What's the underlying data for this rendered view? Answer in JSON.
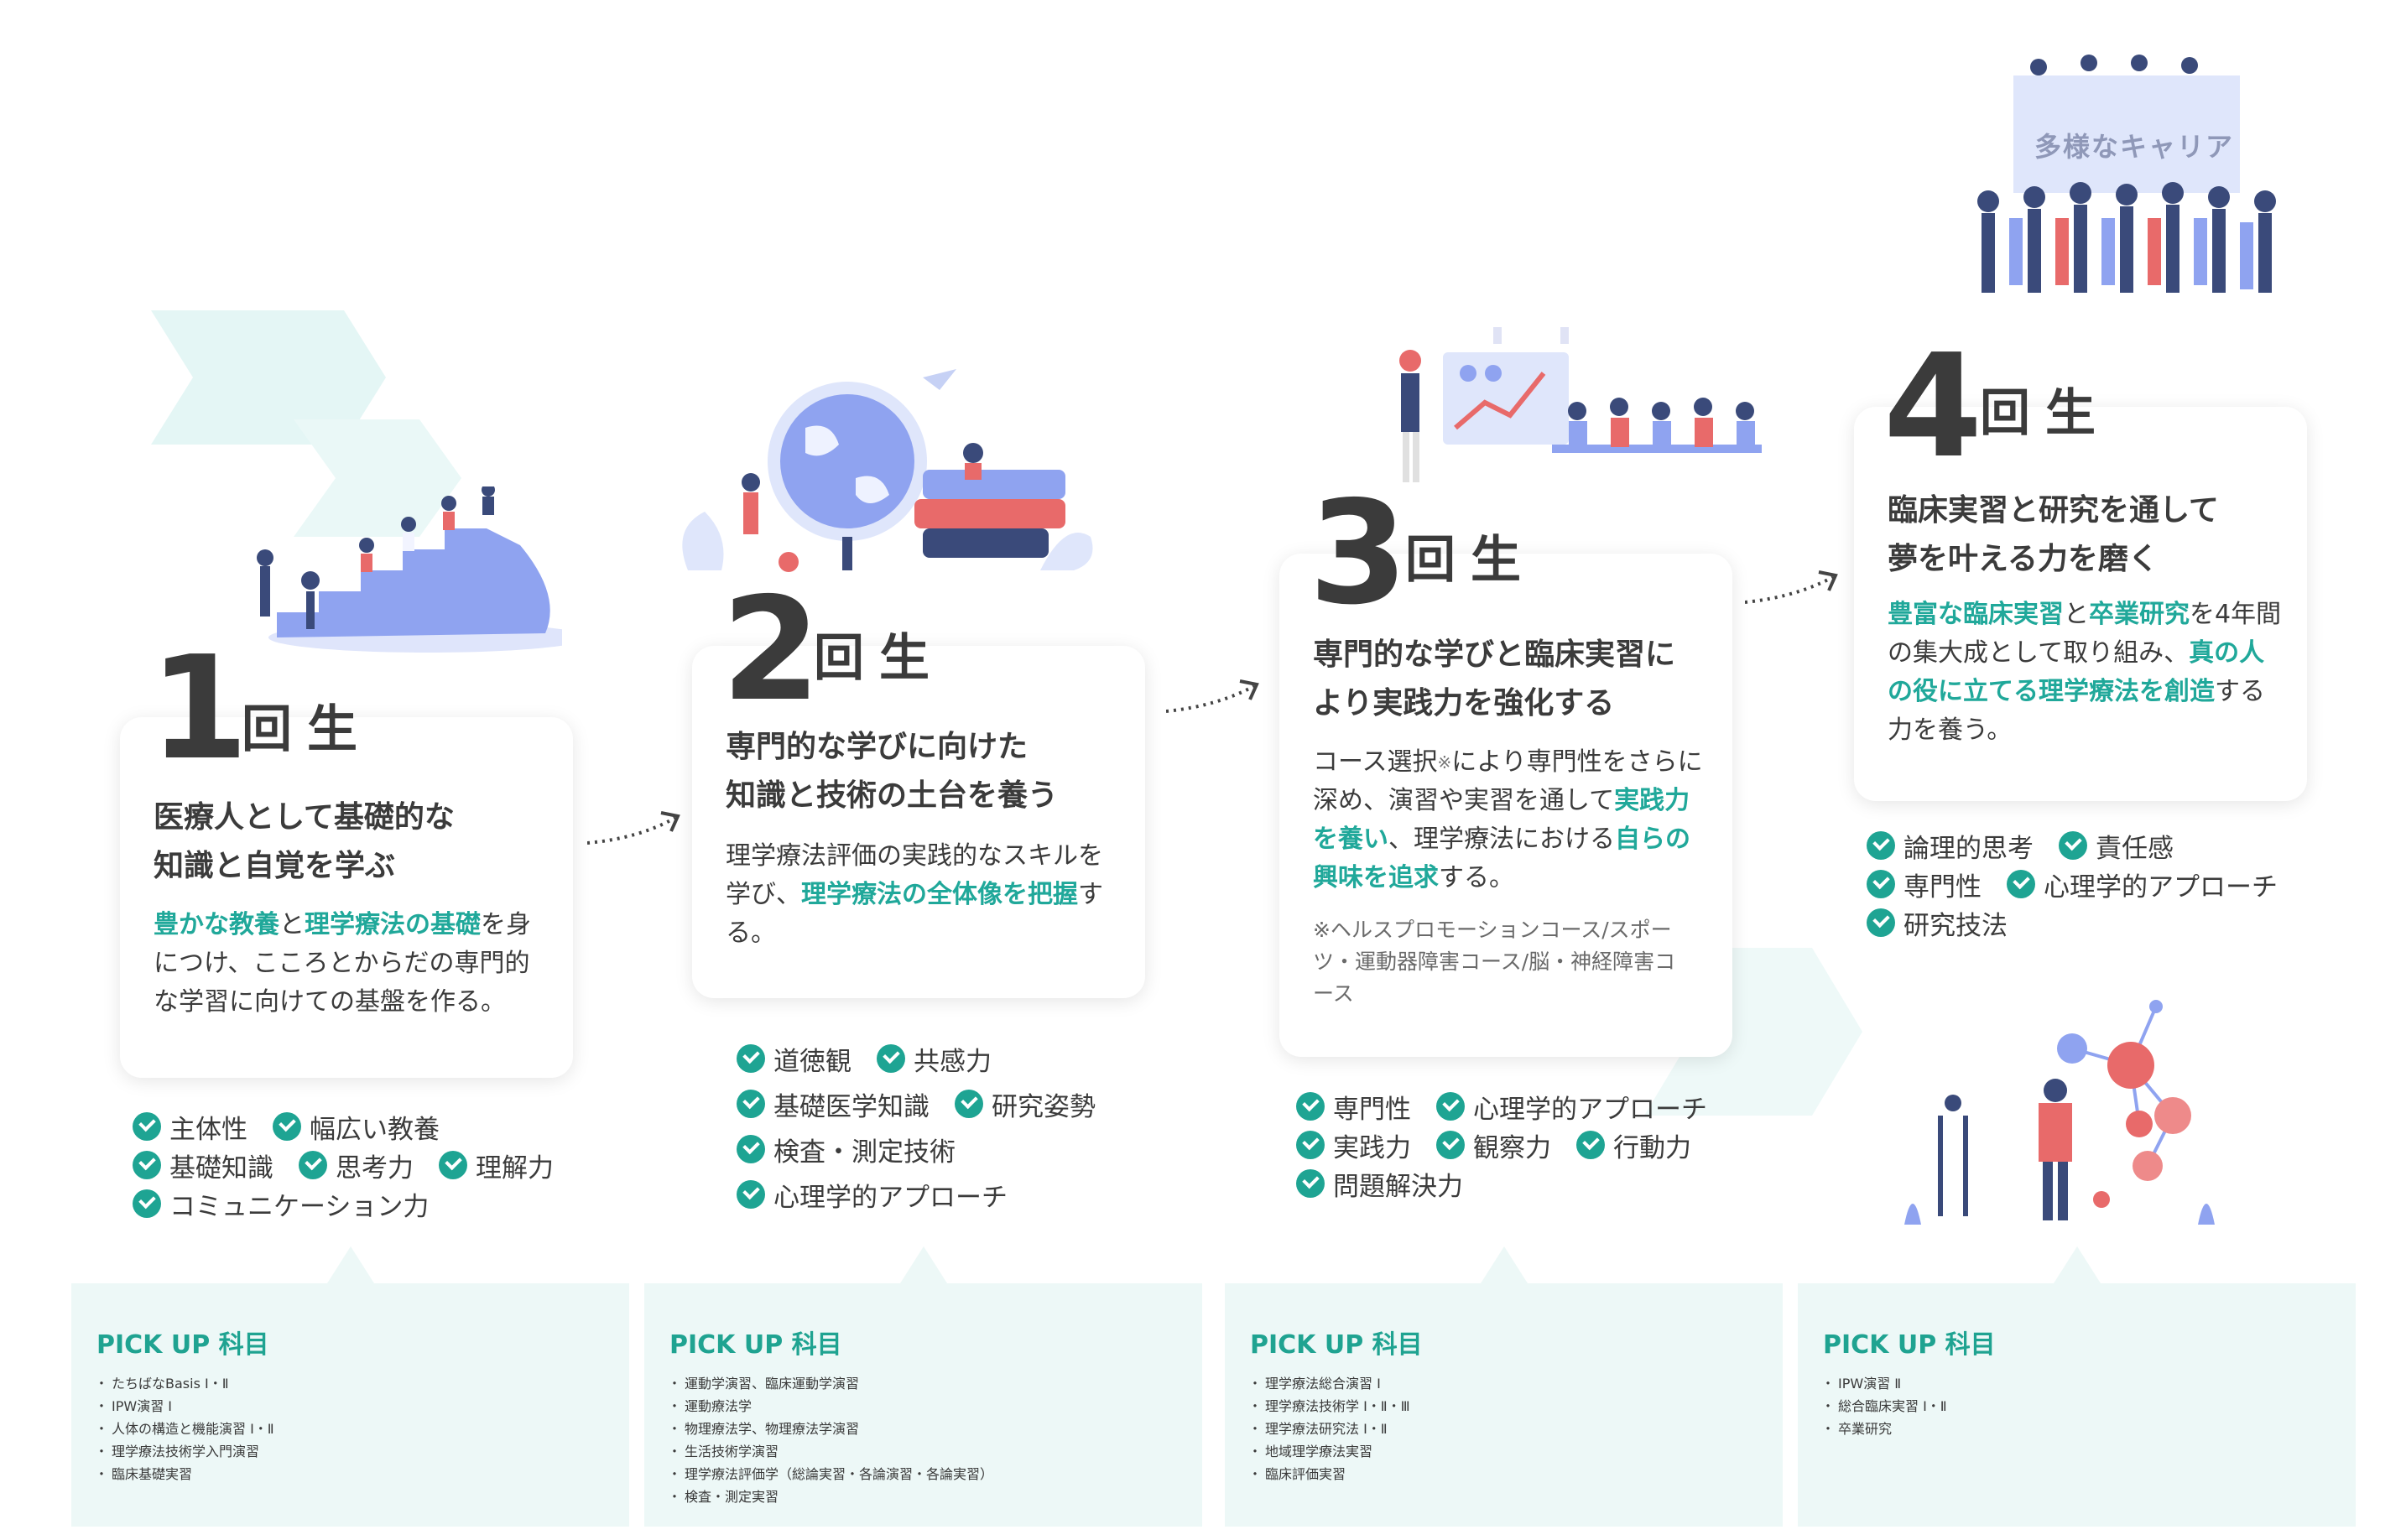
{
  "colors": {
    "accent": "#20a89a",
    "text": "#3b3b3b",
    "pick_bg": "#edf8f7",
    "illus_blue": "#8fa3f0",
    "illus_red": "#e86a6a"
  },
  "career": {
    "label": "多様なキャリア"
  },
  "years": [
    {
      "number": "1",
      "suffix": "回生",
      "title": "医療人として基礎的な\n知識と自覚を学ぶ",
      "body": [
        {
          "t": "豊かな教養",
          "h": true
        },
        {
          "t": "と",
          "h": false
        },
        {
          "t": "理学療法の基礎",
          "h": true
        },
        {
          "t": "を身につけ、こころとからだの専門的な学習に向けての基盤を作る。",
          "h": false
        }
      ],
      "skills": [
        [
          "主体性",
          "幅広い教養"
        ],
        [
          "基礎知識",
          "思考力",
          "理解力"
        ],
        [
          "コミュニケーション力"
        ]
      ],
      "pick_title": "PICK UP 科目",
      "pick_items": [
        "たちばなBasis Ⅰ・Ⅱ",
        "IPW演習 Ⅰ",
        "人体の構造と機能演習 Ⅰ・Ⅱ",
        "理学療法技術学入門演習",
        "臨床基礎実習"
      ]
    },
    {
      "number": "2",
      "suffix": "回生",
      "title": "専門的な学びに向けた\n知識と技術の土台を養う",
      "body": [
        {
          "t": "理学療法評価の実践的なスキルを学び、",
          "h": false
        },
        {
          "t": "理学療法の全体像を把握",
          "h": true
        },
        {
          "t": "する。",
          "h": false
        }
      ],
      "skills": [
        [
          "道徳観",
          "共感力"
        ],
        [
          "基礎医学知識",
          "研究姿勢"
        ],
        [
          "検査・測定技術"
        ],
        [
          "心理学的アプローチ"
        ]
      ],
      "pick_title": "PICK UP 科目",
      "pick_items": [
        "運動学演習、臨床運動学演習",
        "運動療法学",
        "物理療法学、物理療法学演習",
        "生活技術学演習",
        "理学療法評価学（総論実習・各論演習・各論実習）",
        "検査・測定実習"
      ]
    },
    {
      "number": "3",
      "suffix": "回生",
      "title": "専門的な学びと臨床実習に\nより実践力を強化する",
      "body": [
        {
          "t": "コース選択",
          "h": false
        },
        {
          "t": "※",
          "h": false,
          "small": true
        },
        {
          "t": "により専門性をさらに深め、演習や実習を通して",
          "h": false
        },
        {
          "t": "実践力を養い",
          "h": true
        },
        {
          "t": "、理学療法における",
          "h": false
        },
        {
          "t": "自らの興味を追求",
          "h": true
        },
        {
          "t": "する。",
          "h": false
        }
      ],
      "note": "※ヘルスプロモーションコース/スポーツ・運動器障害コース/脳・神経障害コース",
      "skills": [
        [
          "専門性",
          "心理学的アプローチ"
        ],
        [
          "実践力",
          "観察力",
          "行動力"
        ],
        [
          "問題解決力"
        ]
      ],
      "pick_title": "PICK UP 科目",
      "pick_items": [
        "理学療法総合演習 Ⅰ",
        "理学療法技術学 Ⅰ・Ⅱ・Ⅲ",
        "理学療法研究法 Ⅰ・Ⅱ",
        "地域理学療法実習",
        "臨床評価実習"
      ]
    },
    {
      "number": "4",
      "suffix": "回生",
      "title": "臨床実習と研究を通して\n夢を叶える力を磨く",
      "body": [
        {
          "t": "豊富な臨床実習",
          "h": true
        },
        {
          "t": "と",
          "h": false
        },
        {
          "t": "卒業研究",
          "h": true
        },
        {
          "t": "を4年間の集大成として取り組み、",
          "h": false
        },
        {
          "t": "真の人の役に立てる理学療法を創造",
          "h": true
        },
        {
          "t": "する力を養う。",
          "h": false
        }
      ],
      "skills": [
        [
          "論理的思考",
          "責任感"
        ],
        [
          "専門性",
          "心理学的アプローチ"
        ],
        [
          "研究技法"
        ]
      ],
      "pick_title": "PICK UP 科目",
      "pick_items": [
        "IPW演習 Ⅱ",
        "総合臨床実習 Ⅰ・Ⅱ",
        "卒業研究"
      ]
    }
  ]
}
